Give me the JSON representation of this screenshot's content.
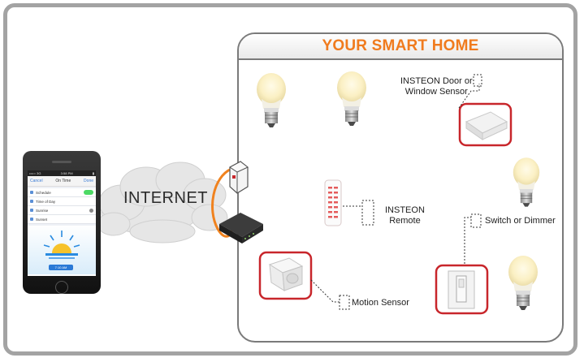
{
  "home": {
    "title": "YOUR SMART HOME"
  },
  "cloud": {
    "label": "INTERNET"
  },
  "labels": {
    "door_sensor": [
      "INSTEON Door or",
      "Window Sensor"
    ],
    "remote": [
      "INSTEON",
      "Remote"
    ],
    "switch": "Switch or Dimmer",
    "motion": "Motion Sensor"
  },
  "phone": {
    "status_left": "••••○ 3G",
    "status_mid": "3:58 PM",
    "nav_left": "Cancel",
    "nav_title": "On Time",
    "nav_right": "Done",
    "rows": [
      "Schedule",
      "Time of Day",
      "Sunrise",
      "Sunset"
    ],
    "button": "7:10 AM"
  },
  "colors": {
    "accent_title": "#f07b1e",
    "frame": "#a3a3a3",
    "highlight_box": "#c8262b",
    "cable": "#f0821e"
  }
}
